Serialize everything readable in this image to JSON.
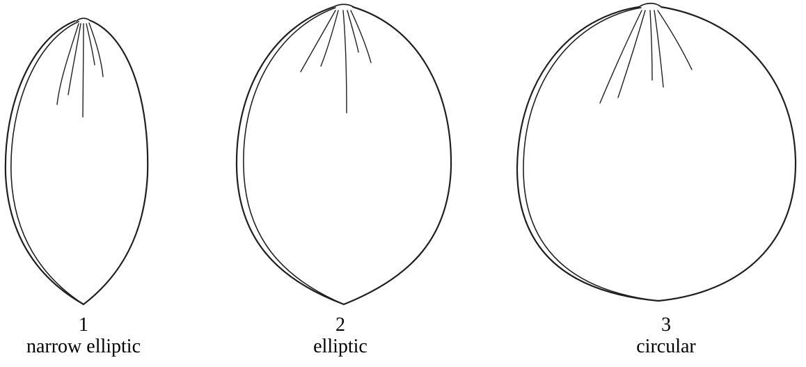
{
  "figures": [
    {
      "number": "1",
      "name": "narrow elliptic"
    },
    {
      "number": "2",
      "name": "elliptic"
    },
    {
      "number": "3",
      "name": "circular"
    }
  ],
  "colors": {
    "stroke": "#1f1f1f",
    "text": "#000000",
    "background": "#ffffff"
  }
}
